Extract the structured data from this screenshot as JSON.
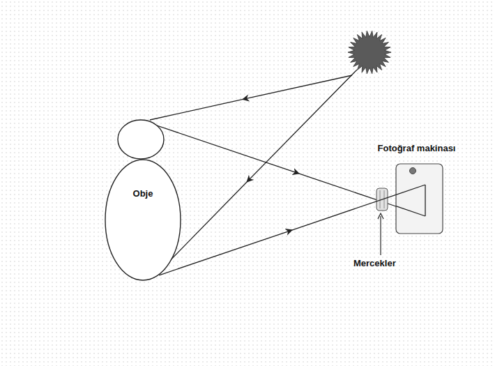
{
  "diagram": {
    "nodes": [
      {
        "text": [
          "Obje"
        ]
      },
      {
        "text": [
          "Fotoğraf makinası"
        ]
      }
    ],
    "edges": [
      {
        "from": 0,
        "to": 1,
        "arrow": "to"
      }
    ],
    "labels": [
      "Mercekler"
    ]
  }
}
